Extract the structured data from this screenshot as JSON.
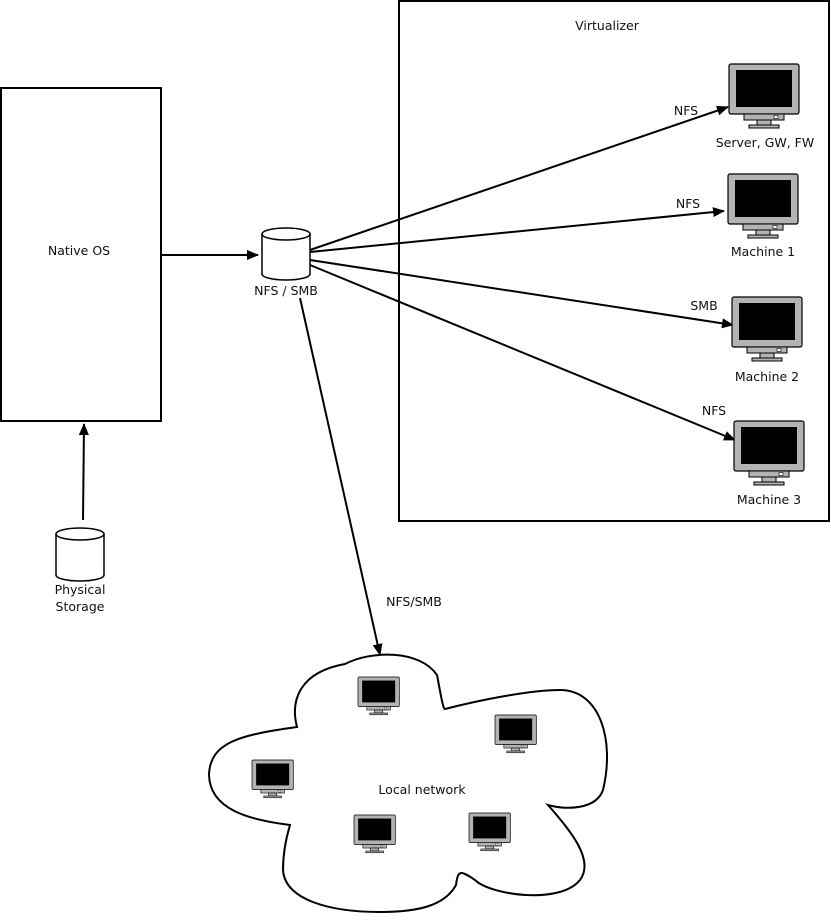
{
  "diagram": {
    "native_os": {
      "label": "Native OS"
    },
    "physical_storage": {
      "label_line1": "Physical",
      "label_line2": "Storage"
    },
    "share": {
      "label": "NFS / SMB"
    },
    "virtualizer": {
      "label": "Virtualizer"
    },
    "machines": [
      {
        "label": "Server, GW, FW",
        "protocol": "NFS"
      },
      {
        "label": "Machine 1",
        "protocol": "NFS"
      },
      {
        "label": "Machine 2",
        "protocol": "SMB"
      },
      {
        "label": "Machine 3",
        "protocol": "NFS"
      }
    ],
    "network_link": {
      "label": "NFS/SMB"
    },
    "local_network": {
      "label": "Local network"
    }
  },
  "colors": {
    "stroke": "#000000",
    "monitor_body": "#b3b3b3",
    "screen": "#000000",
    "background": "#ffffff"
  }
}
